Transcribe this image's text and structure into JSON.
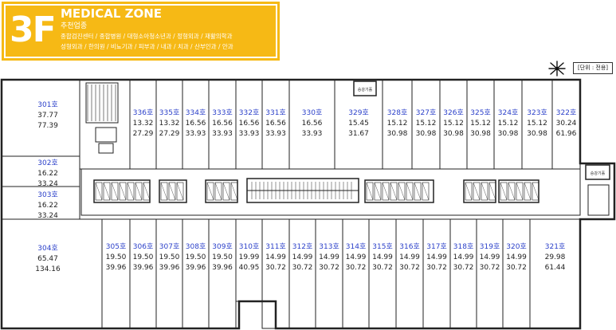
{
  "header": {
    "floor": "3F",
    "zone": "MEDICAL ZONE",
    "recommended_label": "추천업종",
    "businesses_line1": "종합검진센터 / 종합병원 / 대형소아청소년과 / 정형외과 / 재활의학과",
    "businesses_line2": "성형외과 / 한의원 / 비뇨기과 / 피부과 / 내과 / 치과 / 산부인과 / 안과",
    "accent_color": "#f6b915"
  },
  "unit_note": "[단위 : 전용]",
  "compass_icon": "compass-rose-icon",
  "legend_small": {
    "elevator_hall": "승강기홀"
  },
  "rooms": {
    "top": [
      {
        "no": "336호",
        "a": "13.32",
        "b": "27.29"
      },
      {
        "no": "335호",
        "a": "13.32",
        "b": "27.29"
      },
      {
        "no": "334호",
        "a": "16.56",
        "b": "33.93"
      },
      {
        "no": "333호",
        "a": "16.56",
        "b": "33.93"
      },
      {
        "no": "332호",
        "a": "16.56",
        "b": "33.93"
      },
      {
        "no": "331호",
        "a": "16.56",
        "b": "33.93"
      },
      {
        "no": "330호",
        "a": "16.56",
        "b": "33.93"
      },
      {
        "no": "329호",
        "a": "15.45",
        "b": "31.67"
      },
      {
        "no": "328호",
        "a": "15.12",
        "b": "30.98"
      },
      {
        "no": "327호",
        "a": "15.12",
        "b": "30.98"
      },
      {
        "no": "326호",
        "a": "15.12",
        "b": "30.98"
      },
      {
        "no": "325호",
        "a": "15.12",
        "b": "30.98"
      },
      {
        "no": "324호",
        "a": "15.12",
        "b": "30.98"
      },
      {
        "no": "323호",
        "a": "15.12",
        "b": "30.98"
      },
      {
        "no": "322호",
        "a": "30.24",
        "b": "61.96"
      }
    ],
    "left": [
      {
        "no": "301호",
        "a": "37.77",
        "b": "77.39"
      },
      {
        "no": "302호",
        "a": "16.22",
        "b": "33.24"
      },
      {
        "no": "303호",
        "a": "16.22",
        "b": "33.24"
      },
      {
        "no": "304호",
        "a": "65.47",
        "b": "134.16"
      }
    ],
    "bottom": [
      {
        "no": "305호",
        "a": "19.50",
        "b": "39.96"
      },
      {
        "no": "306호",
        "a": "19.50",
        "b": "39.96"
      },
      {
        "no": "307호",
        "a": "19.50",
        "b": "39.96"
      },
      {
        "no": "308호",
        "a": "19.50",
        "b": "39.96"
      },
      {
        "no": "309호",
        "a": "19.50",
        "b": "39.96"
      },
      {
        "no": "310호",
        "a": "19.99",
        "b": "40.95"
      },
      {
        "no": "311호",
        "a": "14.99",
        "b": "30.72"
      },
      {
        "no": "312호",
        "a": "14.99",
        "b": "30.72"
      },
      {
        "no": "313호",
        "a": "14.99",
        "b": "30.72"
      },
      {
        "no": "314호",
        "a": "14.99",
        "b": "30.72"
      },
      {
        "no": "315호",
        "a": "14.99",
        "b": "30.72"
      },
      {
        "no": "316호",
        "a": "14.99",
        "b": "30.72"
      },
      {
        "no": "317호",
        "a": "14.99",
        "b": "30.72"
      },
      {
        "no": "318호",
        "a": "14.99",
        "b": "30.72"
      },
      {
        "no": "319호",
        "a": "14.99",
        "b": "30.72"
      },
      {
        "no": "320호",
        "a": "14.99",
        "b": "30.72"
      },
      {
        "no": "321호",
        "a": "29.98",
        "b": "61.44"
      }
    ]
  },
  "colors": {
    "room_number": "#2a3fc9",
    "wall": "#222222",
    "corridor": "#ffffff"
  }
}
